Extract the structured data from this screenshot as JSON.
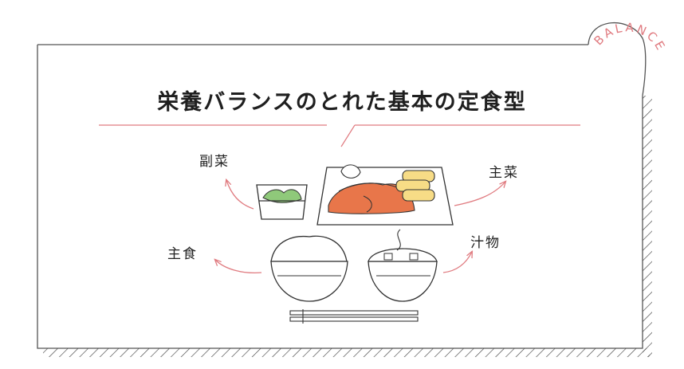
{
  "title": "栄養バランスのとれた基本の定食型",
  "badge": "BALANCE",
  "labels": {
    "side_dish": "副菜",
    "main_dish": "主菜",
    "staple": "主食",
    "soup": "汁物"
  },
  "colors": {
    "accent": "#e07b80",
    "line": "#333333",
    "salmon": "#e8764a",
    "tamagoyaki": "#f7dc86",
    "greens": "#8fc97a"
  }
}
